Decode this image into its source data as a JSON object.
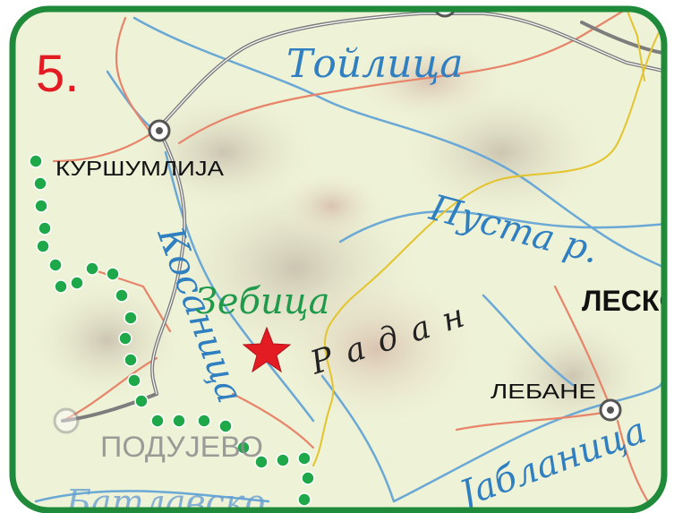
{
  "map": {
    "number_label": "5.",
    "colors": {
      "frame_border": "#1f8a3a",
      "land": "#eef2d6",
      "hill_shade": "#d9d2c4",
      "river": "#6aa8d6",
      "road_major": "#7a7a7a",
      "road_secondary": "#e7846a",
      "boundary": "#e7c93a",
      "trail": "#1fa84a",
      "star": "#e31b23",
      "number": "#e31b23",
      "river_label": "#2f7fc1",
      "place_label": "#111111",
      "highlight_label": "#1f9a4a"
    },
    "labels": {
      "toplica": "Тойлица",
      "kursumlija": "КУРШУМЛИЈА",
      "pusta_reka": "Пуста р.",
      "kosanica": "Косаница",
      "zebica": "Зебица",
      "radan": "Радан",
      "lesko": "ЛЕСКО",
      "lebane": "ЛЕБАНЕ",
      "podujevo": "ПОДУЈЕВО",
      "jablanica": "Јабланица",
      "batlavsko": "Батлавско"
    },
    "icons": {
      "city_marker": "city-circle-icon",
      "star_marker": "star-icon"
    }
  }
}
